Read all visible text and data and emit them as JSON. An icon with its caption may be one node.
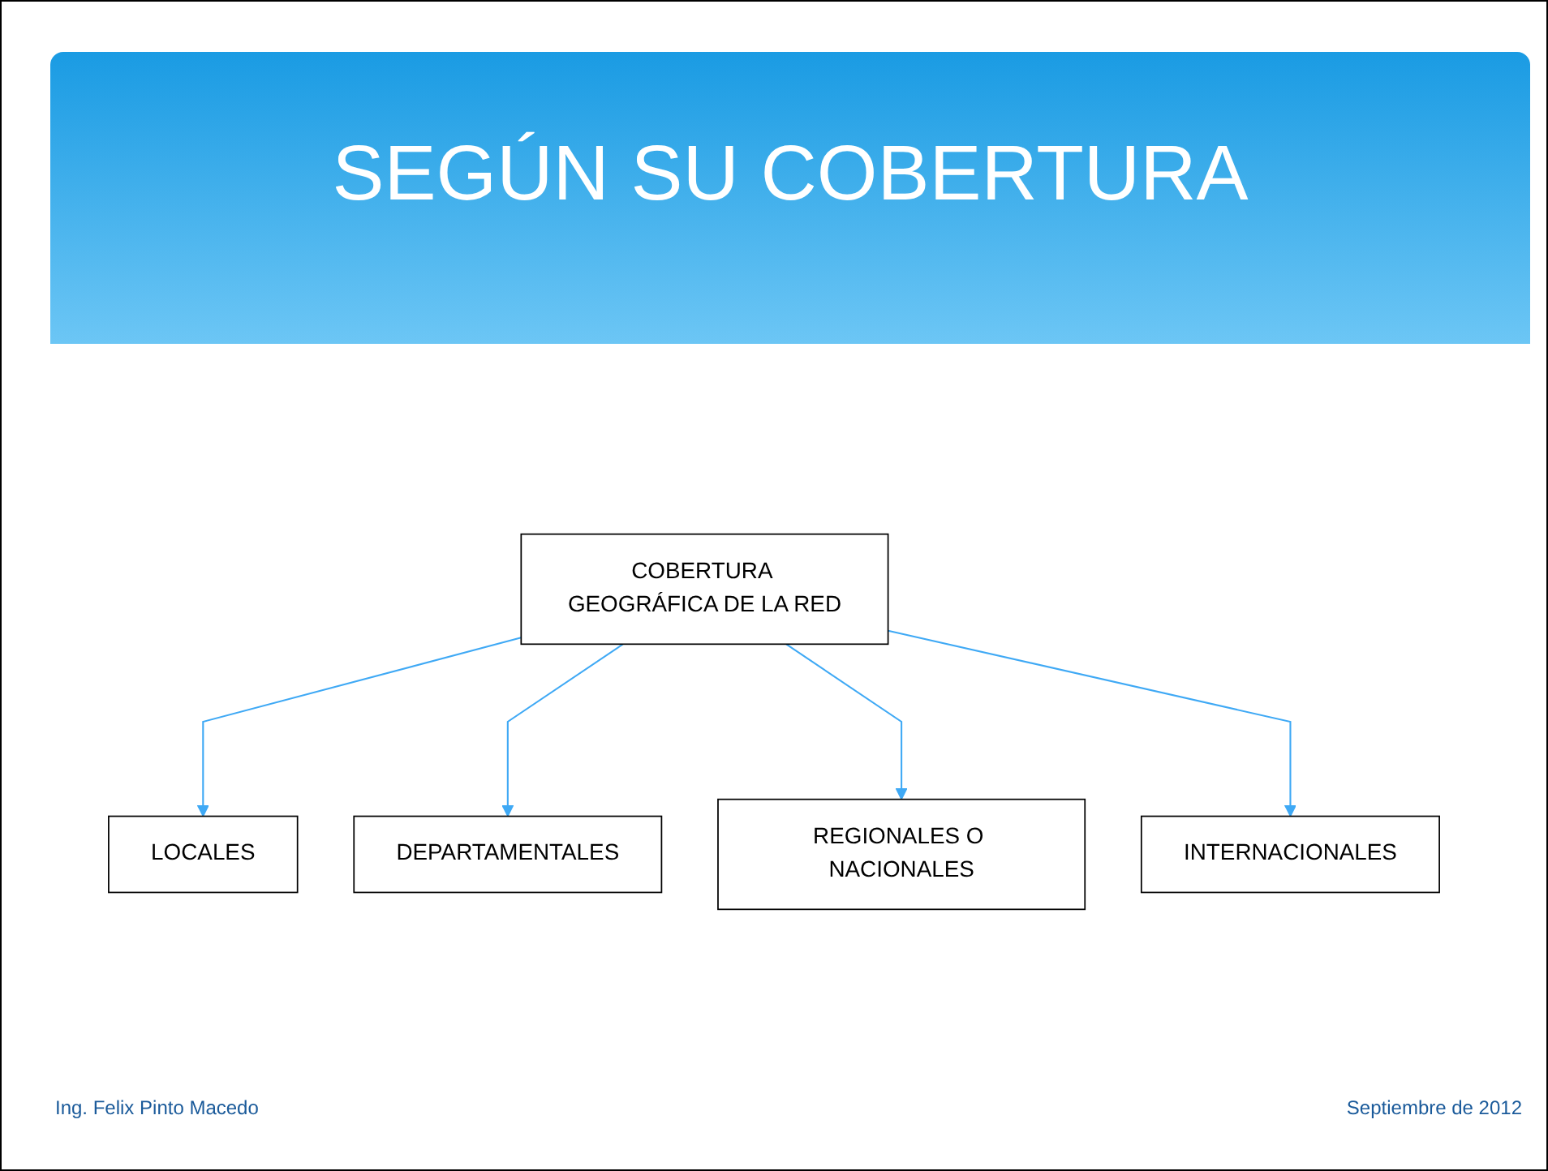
{
  "diagram": {
    "title": "SEGÚN SU COBERTURA",
    "nodes": [
      {
        "text": [
          "COBERTURA GEOGRÁFICA DE LA RED"
        ]
      },
      {
        "text": [
          "LOCALES"
        ]
      },
      {
        "text": [
          "REGIONALES O NACIONALES"
        ]
      },
      {
        "text": [
          "DEPARTAMENTALES"
        ]
      },
      {
        "text": [
          "INTERNACIONALES"
        ]
      }
    ],
    "edges": [
      {
        "from": 0,
        "to": 1,
        "arrow": "to"
      },
      {
        "from": 0,
        "to": 3,
        "arrow": "to"
      },
      {
        "from": 0,
        "to": 2,
        "arrow": "to"
      },
      {
        "from": 0,
        "to": 4,
        "arrow": "to"
      }
    ],
    "labels": [
      "Ing. Felix Pinto Macedo",
      "Septiembre de 2012"
    ]
  }
}
